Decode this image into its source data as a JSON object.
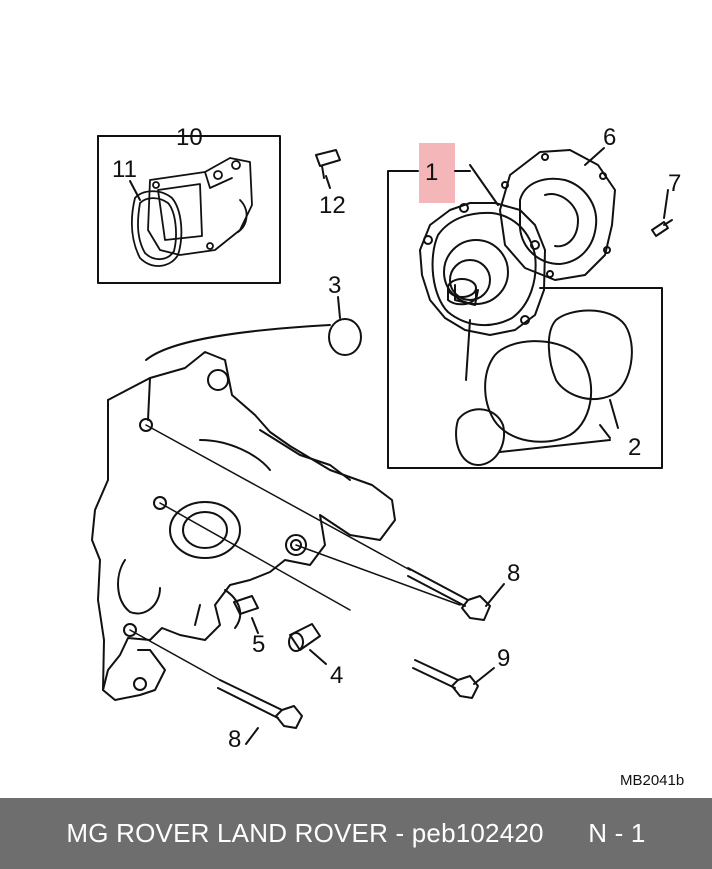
{
  "callouts": {
    "c1": "1",
    "c2": "2",
    "c3": "3",
    "c4": "4",
    "c5": "5",
    "c6": "6",
    "c7": "7",
    "c8a": "8",
    "c8b": "8",
    "c9": "9",
    "c10": "10",
    "c11": "11",
    "c12": "12"
  },
  "reference": "MB2041b",
  "footer": {
    "text": "MG ROVER LAND ROVER - peb102420      N - 1"
  },
  "colors": {
    "highlight": "#f4b6b9",
    "footer_bg": "#6e6e6e"
  }
}
